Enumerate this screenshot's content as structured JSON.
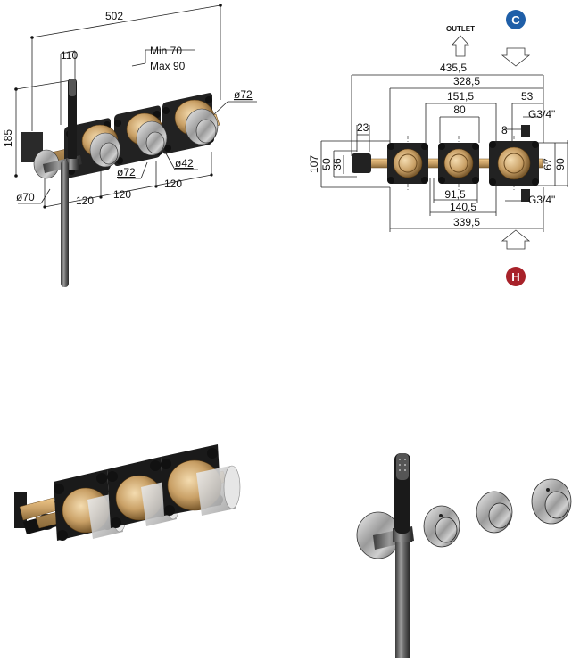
{
  "iso_view": {
    "dims": {
      "total_width": "502",
      "handshower_offset": "110",
      "depth_min": "Min 70",
      "depth_max": "Max 90",
      "height": "185",
      "rosette_left": "ø70",
      "rosette_right": "ø72",
      "rosette_mid": "ø72",
      "knob": "ø42",
      "spacing_1": "120",
      "spacing_2": "120",
      "spacing_3": "120"
    }
  },
  "plan_view": {
    "outlet_label": "OUTLET",
    "cold_badge": "C",
    "hot_badge": "H",
    "colors": {
      "cold": "#1f5fa8",
      "hot": "#a8222a",
      "brass": "#c9a066"
    },
    "dims": {
      "d435": "435,5",
      "d328": "328,5",
      "d151": "151,5",
      "d80": "80",
      "d53": "53",
      "d23": "23",
      "thread_top": "G3/4\"",
      "d8": "8",
      "d107": "107",
      "d50": "50",
      "d36": "36",
      "d67": "67",
      "d90": "90",
      "d91": "91,5",
      "d140": "140,5",
      "thread_bottom": "G3/4\"",
      "d339": "339,5"
    }
  }
}
